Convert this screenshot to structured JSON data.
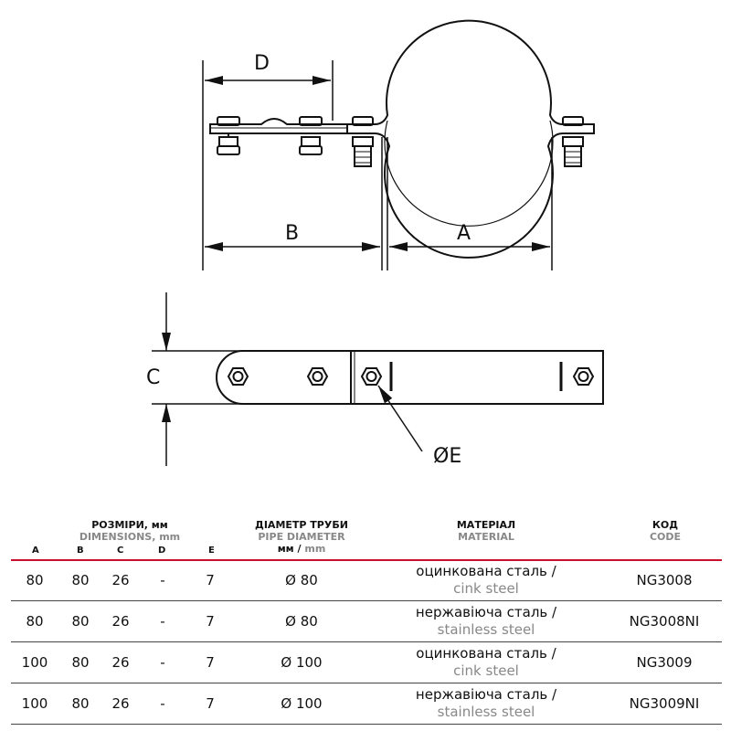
{
  "drawing": {
    "labels": {
      "d": "D",
      "b": "B",
      "a": "A",
      "c": "C",
      "e": "ØE"
    }
  },
  "table": {
    "headers": {
      "dimensions_ua": "РОЗМІРИ, мм",
      "dimensions_en": "DIMENSIONS, mm",
      "pipe_ua": "ДІАМЕТР ТРУБИ",
      "pipe_en": "PIPE DIAMETER",
      "pipe_unit_ua": "мм",
      "pipe_unit_en": "mm",
      "material_ua": "МАТЕРІАЛ",
      "material_en": "MATERIAL",
      "code_ua": "КОД",
      "code_en": "CODE"
    },
    "columns": [
      "A",
      "B",
      "C",
      "D",
      "E"
    ],
    "rows": [
      {
        "a": "80",
        "b": "80",
        "c": "26",
        "d": "-",
        "e": "7",
        "pipe": "Ø 80",
        "mat_ua": "оцинкована сталь /",
        "mat_en": "cink steel",
        "code": "NG3008"
      },
      {
        "a": "80",
        "b": "80",
        "c": "26",
        "d": "-",
        "e": "7",
        "pipe": "Ø 80",
        "mat_ua": "нержавіюча сталь /",
        "mat_en": "stainless steel",
        "code": "NG3008NI"
      },
      {
        "a": "100",
        "b": "80",
        "c": "26",
        "d": "-",
        "e": "7",
        "pipe": "Ø 100",
        "mat_ua": "оцинкована сталь /",
        "mat_en": "cink steel",
        "code": "NG3009"
      },
      {
        "a": "100",
        "b": "80",
        "c": "26",
        "d": "-",
        "e": "7",
        "pipe": "Ø 100",
        "mat_ua": "нержавіюча сталь /",
        "mat_en": "stainless steel",
        "code": "NG3009NI"
      }
    ]
  }
}
